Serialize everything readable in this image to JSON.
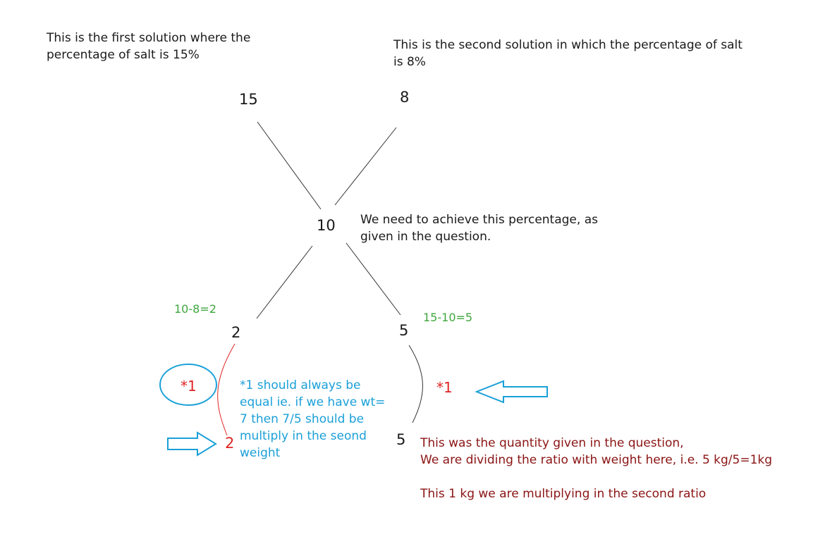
{
  "notes": {
    "first_solution": "This is the first solution where the\npercentage of salt is 15%",
    "second_solution": "This is the second solution in which the percentage of salt\nis 8%",
    "target": "We need to achieve this percentage, as\ngiven in the question.",
    "equal_note": "*1 should always be\nequal ie. if we have wt=\n7 then 7/5 should be\nmultiply in the seond\nweight",
    "quantity_note": "This was the quantity given in the question,\nWe are dividing the ratio with weight here, i.e. 5 kg/5=1kg\n\nThis 1 kg we are multiplying in the second ratio"
  },
  "numbers": {
    "first_pct": "15",
    "second_pct": "8",
    "mix_pct": "10",
    "left_ratio": "2",
    "right_ratio": "5",
    "left_result": "2",
    "right_quantity": "5"
  },
  "calculations": {
    "left_diff": "10-8=2",
    "right_diff": "15-10=5"
  },
  "multipliers": {
    "left": "*1",
    "right": "*1"
  },
  "colors": {
    "text": "#1a1a1a",
    "green": "#3ea63e",
    "blue": "#1aa0d8",
    "red": "#e02424",
    "maroon": "#8b1414"
  }
}
